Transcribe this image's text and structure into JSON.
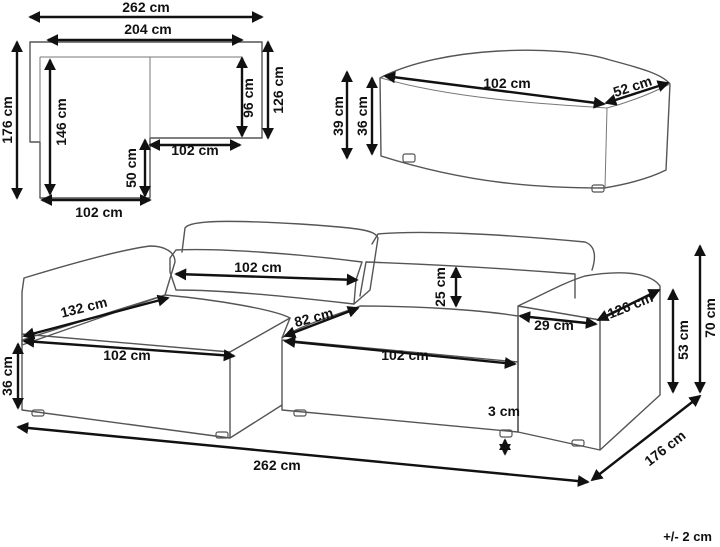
{
  "dimensions": {
    "top_total_width": "262 cm",
    "top_inner_width": "204 cm",
    "top_total_depth": "176 cm",
    "top_chaise_depth": "146 cm",
    "top_seat_depth": "96 cm",
    "top_right_depth": "126 cm",
    "top_chaise_width": "102 cm",
    "top_step_depth": "50 cm",
    "top_bottom_width": "102 cm",
    "ottoman_width": "102 cm",
    "ottoman_depth": "52 cm",
    "ottoman_height_outer": "39 cm",
    "ottoman_height_inner": "36 cm",
    "back_cushion_width": "102 cm",
    "back_cushion_height": "25 cm",
    "chaise_length": "132 cm",
    "seat_depth": "82 cm",
    "left_seat_width": "102 cm",
    "right_seat_width": "102 cm",
    "seat_height": "36 cm",
    "leg_height": "3 cm",
    "total_width": "262 cm",
    "armrest_width": "29 cm",
    "armrest_depth": "126 cm",
    "armrest_height": "53 cm",
    "total_height": "70 cm",
    "total_depth": "176 cm"
  },
  "tolerance": "+/- 2 cm"
}
